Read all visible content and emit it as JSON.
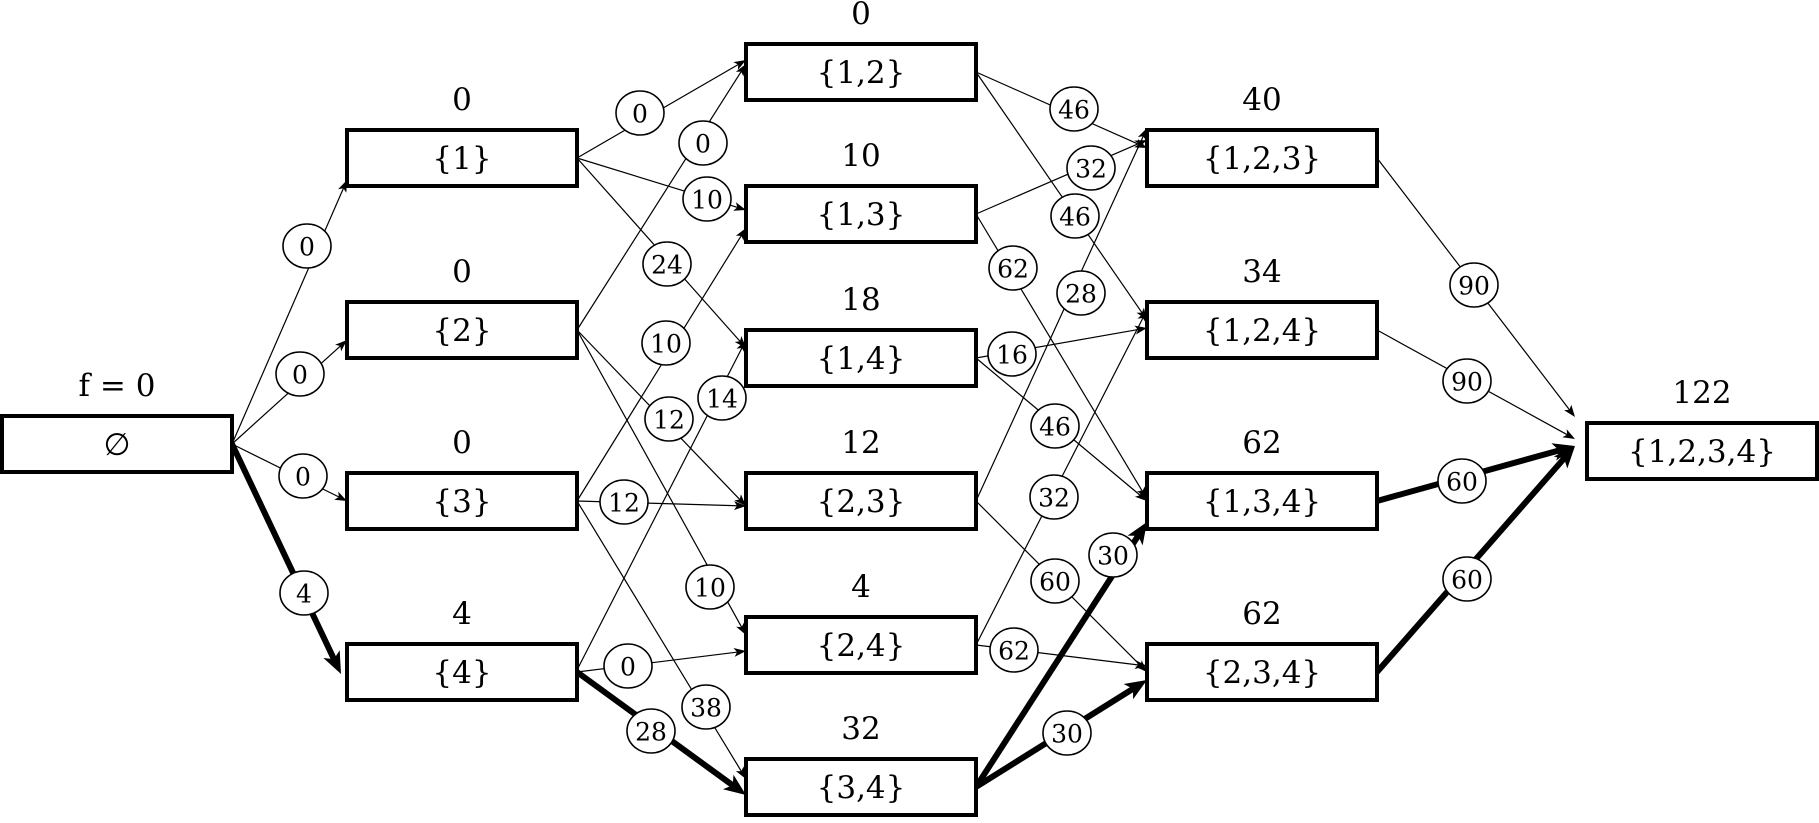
{
  "nodes": [
    {
      "id": "empty",
      "label": "∅",
      "value": "f = 0"
    },
    {
      "id": "s1",
      "label": "{1}",
      "value": "0"
    },
    {
      "id": "s2",
      "label": "{2}",
      "value": "0"
    },
    {
      "id": "s3",
      "label": "{3}",
      "value": "0"
    },
    {
      "id": "s4",
      "label": "{4}",
      "value": "4"
    },
    {
      "id": "s12",
      "label": "{1,2}",
      "value": "0"
    },
    {
      "id": "s13",
      "label": "{1,3}",
      "value": "10"
    },
    {
      "id": "s14",
      "label": "{1,4}",
      "value": "18"
    },
    {
      "id": "s23",
      "label": "{2,3}",
      "value": "12"
    },
    {
      "id": "s24",
      "label": "{2,4}",
      "value": "4"
    },
    {
      "id": "s34",
      "label": "{3,4}",
      "value": "32"
    },
    {
      "id": "s123",
      "label": "{1,2,3}",
      "value": "40"
    },
    {
      "id": "s124",
      "label": "{1,2,4}",
      "value": "34"
    },
    {
      "id": "s134",
      "label": "{1,3,4}",
      "value": "62"
    },
    {
      "id": "s234",
      "label": "{2,3,4}",
      "value": "62"
    },
    {
      "id": "s1234",
      "label": "{1,2,3,4}",
      "value": "122"
    }
  ],
  "edges": [
    {
      "from": "empty",
      "to": "s1",
      "weight": "0",
      "bold": false
    },
    {
      "from": "empty",
      "to": "s2",
      "weight": "0",
      "bold": false
    },
    {
      "from": "empty",
      "to": "s3",
      "weight": "0",
      "bold": false
    },
    {
      "from": "empty",
      "to": "s4",
      "weight": "4",
      "bold": true
    },
    {
      "from": "s1",
      "to": "s12",
      "weight": "0",
      "bold": false
    },
    {
      "from": "s1",
      "to": "s13",
      "weight": "10",
      "bold": false
    },
    {
      "from": "s1",
      "to": "s14",
      "weight": "24",
      "bold": false
    },
    {
      "from": "s2",
      "to": "s12",
      "weight": "0",
      "bold": false
    },
    {
      "from": "s2",
      "to": "s23",
      "weight": "12",
      "bold": false
    },
    {
      "from": "s2",
      "to": "s24",
      "weight": "10",
      "bold": false
    },
    {
      "from": "s3",
      "to": "s13",
      "weight": "10",
      "bold": false
    },
    {
      "from": "s3",
      "to": "s23",
      "weight": "12",
      "bold": false
    },
    {
      "from": "s3",
      "to": "s34",
      "weight": "38",
      "bold": false
    },
    {
      "from": "s4",
      "to": "s14",
      "weight": "14",
      "bold": false
    },
    {
      "from": "s4",
      "to": "s24",
      "weight": "0",
      "bold": false
    },
    {
      "from": "s4",
      "to": "s34",
      "weight": "28",
      "bold": true
    },
    {
      "from": "s12",
      "to": "s123",
      "weight": "46",
      "bold": false
    },
    {
      "from": "s12",
      "to": "s124",
      "weight": "46",
      "bold": false
    },
    {
      "from": "s13",
      "to": "s123",
      "weight": "32",
      "bold": false
    },
    {
      "from": "s13",
      "to": "s134",
      "weight": "62",
      "bold": false
    },
    {
      "from": "s14",
      "to": "s124",
      "weight": "16",
      "bold": false
    },
    {
      "from": "s14",
      "to": "s134",
      "weight": "46",
      "bold": false
    },
    {
      "from": "s23",
      "to": "s123",
      "weight": "28",
      "bold": false
    },
    {
      "from": "s23",
      "to": "s234",
      "weight": "60",
      "bold": false
    },
    {
      "from": "s24",
      "to": "s124",
      "weight": "32",
      "bold": false
    },
    {
      "from": "s24",
      "to": "s234",
      "weight": "62",
      "bold": false
    },
    {
      "from": "s34",
      "to": "s134",
      "weight": "30",
      "bold": true
    },
    {
      "from": "s34",
      "to": "s234",
      "weight": "30",
      "bold": true
    },
    {
      "from": "s123",
      "to": "s1234",
      "weight": "90",
      "bold": false
    },
    {
      "from": "s124",
      "to": "s1234",
      "weight": "90",
      "bold": false
    },
    {
      "from": "s134",
      "to": "s1234",
      "weight": "60",
      "bold": true
    },
    {
      "from": "s234",
      "to": "s1234",
      "weight": "60",
      "bold": true
    }
  ]
}
